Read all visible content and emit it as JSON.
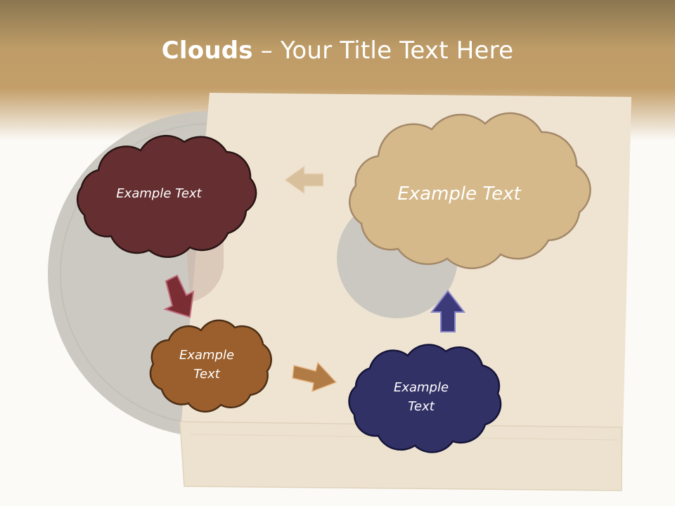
{
  "slide": {
    "title_bold": "Clouds",
    "title_dash": " – ",
    "title_rest": "Your Title Text Here"
  },
  "clouds": [
    {
      "id": "cloud-top-left",
      "lines": [
        "Example Text"
      ],
      "color": "#652f32",
      "outline": "#2a1414"
    },
    {
      "id": "cloud-top-right",
      "lines": [
        "Example Text"
      ],
      "color": "#d5b98a",
      "outline": "#a4896a"
    },
    {
      "id": "cloud-middle-left",
      "lines": [
        "Example",
        "Text"
      ],
      "color": "#9a5f2c",
      "outline": "#4d2f17"
    },
    {
      "id": "cloud-bottom-right",
      "lines": [
        "Example",
        "Text"
      ],
      "color": "#323166",
      "outline": "#15153a"
    }
  ],
  "arrows": [
    {
      "id": "arrow-left",
      "direction": "left",
      "color": "#d9c09c"
    },
    {
      "id": "arrow-down",
      "direction": "down-left",
      "color": "#7a2d33"
    },
    {
      "id": "arrow-right",
      "direction": "right",
      "color": "#b07b45"
    },
    {
      "id": "arrow-up",
      "direction": "up",
      "color": "#3c3a78"
    }
  ],
  "colors": {
    "header": "#c39e68",
    "envelope": "#efe4d2",
    "record": "#c9c6bf"
  }
}
